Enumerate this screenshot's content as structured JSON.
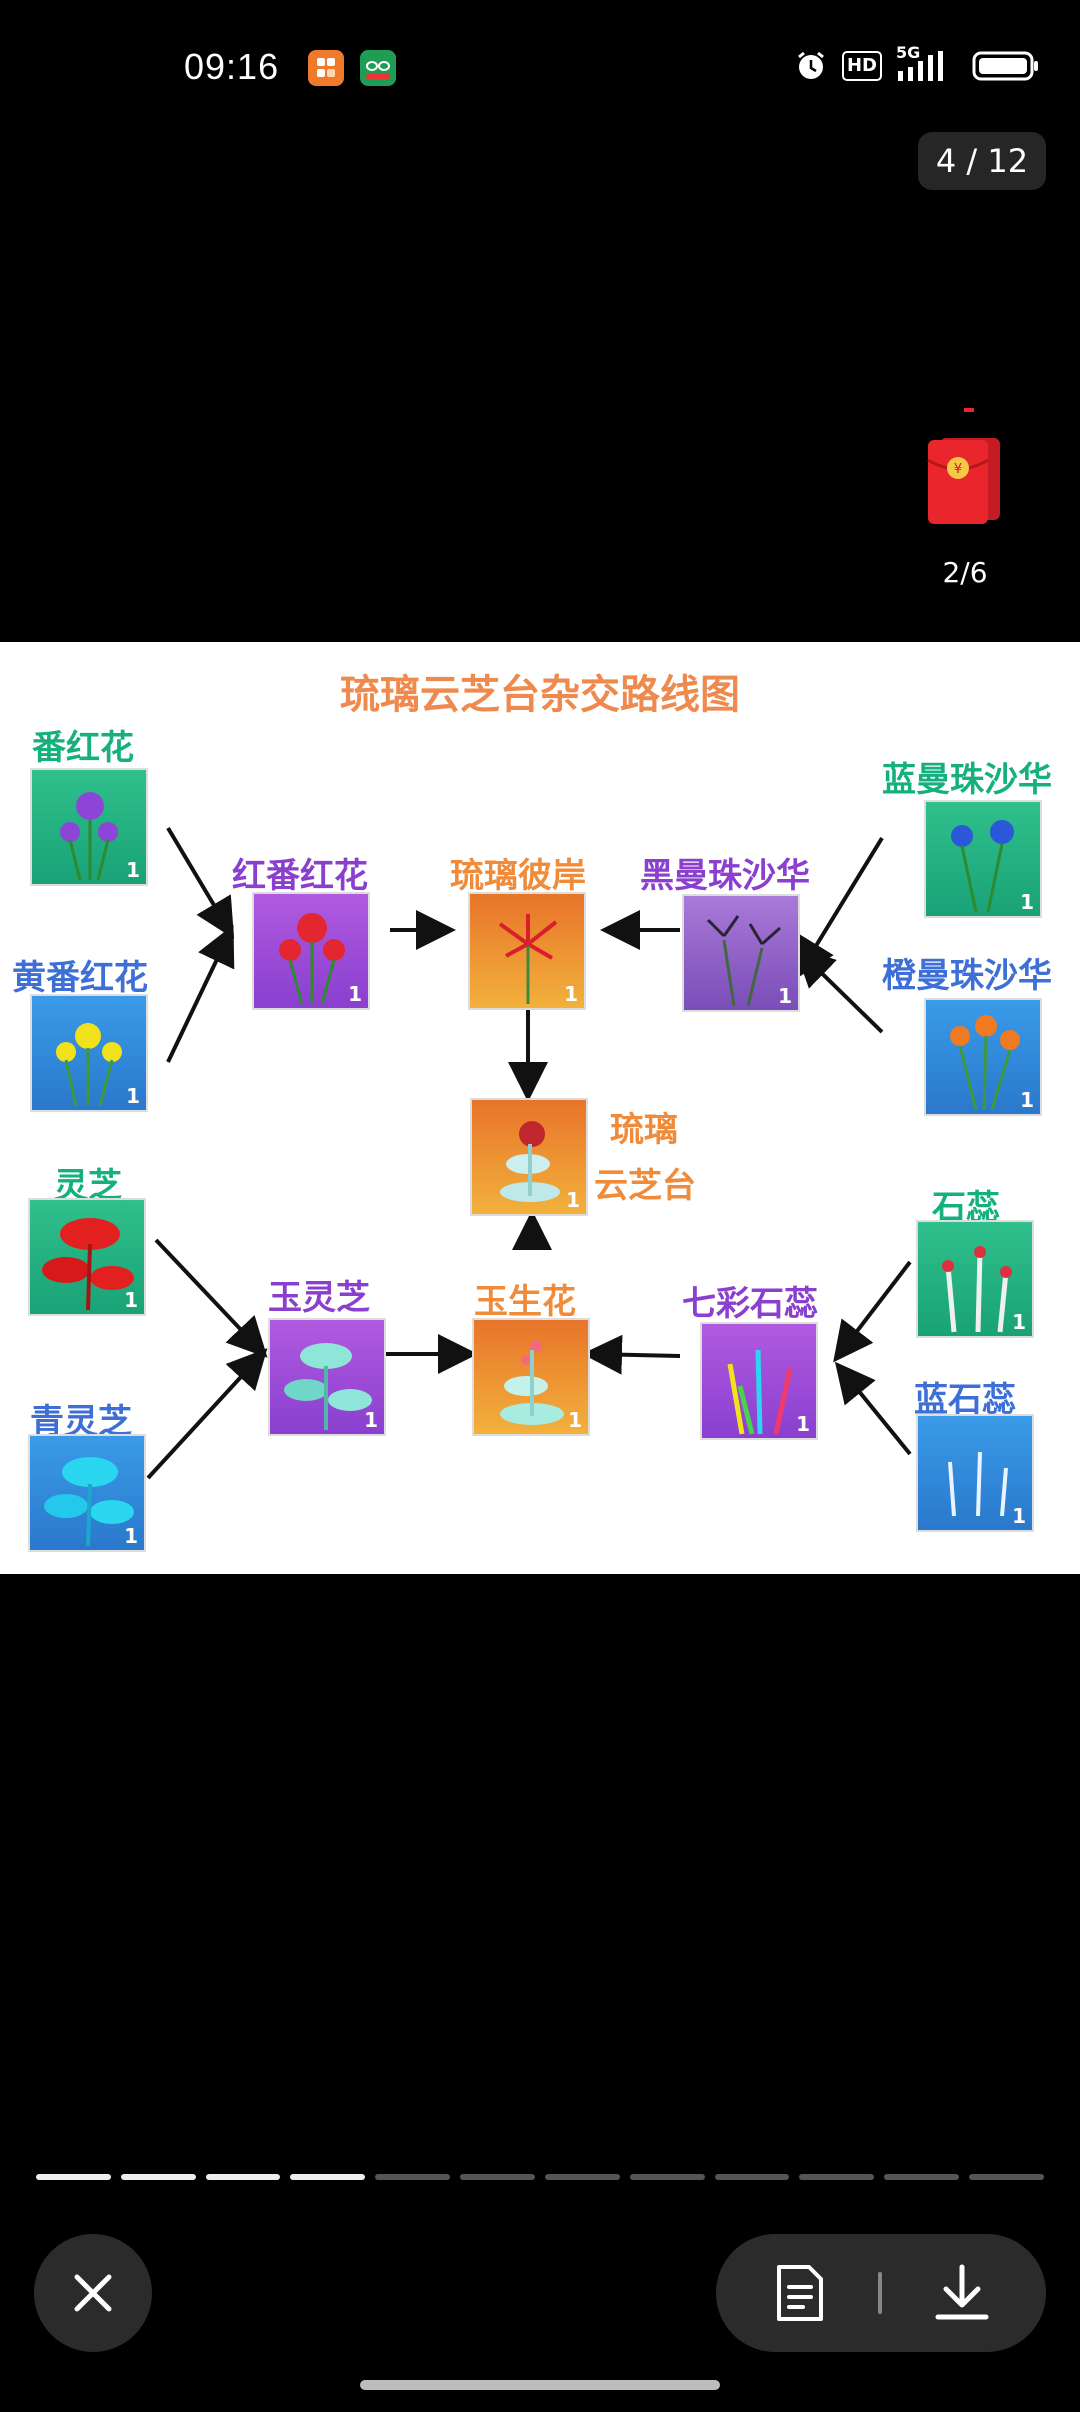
{
  "status_bar": {
    "time": "09:16",
    "apps": [
      {
        "icon": "orange-app-icon",
        "color": "#f07a2b"
      },
      {
        "icon": "oppo-app-icon",
        "color": "#1f9d55"
      }
    ],
    "icons": [
      "alarm-icon",
      "hd-icon",
      "signal-5g-icon",
      "battery-icon"
    ],
    "hd_label": "HD",
    "network_label": "5G"
  },
  "viewer": {
    "page_counter": "4 / 12",
    "current_page": 4,
    "total_pages": 12,
    "red_packet_count": "2/6"
  },
  "image": {
    "title": "琉璃云芝台杂交路线图",
    "badge": "1",
    "nodes": [
      {
        "id": "fanhonghua",
        "label": "番红花"
      },
      {
        "id": "huangfanhonghua",
        "label": "黄番红花"
      },
      {
        "id": "hongfanhonghua",
        "label": "红番红花"
      },
      {
        "id": "liulibian",
        "label": "琉璃彼岸"
      },
      {
        "id": "heimanzhushahua",
        "label": "黑曼珠沙华"
      },
      {
        "id": "lanmanzhushahua",
        "label": "蓝曼珠沙华"
      },
      {
        "id": "chengmanzhushahua",
        "label": "橙曼珠沙华"
      },
      {
        "id": "liuli_line1",
        "label": "琉璃"
      },
      {
        "id": "liuli_line2",
        "label": "云芝台"
      },
      {
        "id": "lingzhi",
        "label": "灵芝"
      },
      {
        "id": "qinglingzhi",
        "label": "青灵芝"
      },
      {
        "id": "yulingzhi",
        "label": "玉灵芝"
      },
      {
        "id": "yushenghua",
        "label": "玉生花"
      },
      {
        "id": "qicaishirui",
        "label": "七彩石蕊"
      },
      {
        "id": "shirui",
        "label": "石蕊"
      },
      {
        "id": "lanshirui",
        "label": "蓝石蕊"
      }
    ]
  },
  "bottom_bar": {
    "close_icon": "close-icon",
    "document_icon": "document-icon",
    "download_icon": "download-icon"
  },
  "colors": {
    "background": "#000000",
    "title_orange": "#ef8a4e",
    "label_green": "#16b07f",
    "label_blue": "#3e6fd6",
    "label_purple": "#8a3fcf",
    "label_orange": "#f08b3a",
    "red_packet": "#e8262b"
  }
}
